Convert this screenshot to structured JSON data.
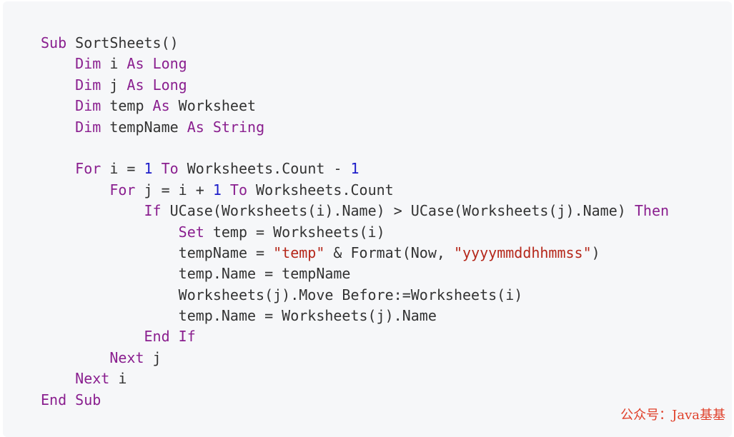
{
  "colors": {
    "background": "#f6f7f9",
    "keyword": "#8a1f8f",
    "number": "#1c1cc9",
    "string": "#b5271a",
    "plain": "#333333",
    "watermark": "#e0402a"
  },
  "code_lines": [
    [
      {
        "t": "kw",
        "v": "Sub"
      },
      {
        "t": "plain",
        "v": " SortSheets()"
      }
    ],
    [
      {
        "t": "plain",
        "v": "    "
      },
      {
        "t": "kw",
        "v": "Dim"
      },
      {
        "t": "plain",
        "v": " i "
      },
      {
        "t": "kw",
        "v": "As"
      },
      {
        "t": "plain",
        "v": " "
      },
      {
        "t": "kw",
        "v": "Long"
      }
    ],
    [
      {
        "t": "plain",
        "v": "    "
      },
      {
        "t": "kw",
        "v": "Dim"
      },
      {
        "t": "plain",
        "v": " j "
      },
      {
        "t": "kw",
        "v": "As"
      },
      {
        "t": "plain",
        "v": " "
      },
      {
        "t": "kw",
        "v": "Long"
      }
    ],
    [
      {
        "t": "plain",
        "v": "    "
      },
      {
        "t": "kw",
        "v": "Dim"
      },
      {
        "t": "plain",
        "v": " temp "
      },
      {
        "t": "kw",
        "v": "As"
      },
      {
        "t": "plain",
        "v": " Worksheet"
      }
    ],
    [
      {
        "t": "plain",
        "v": "    "
      },
      {
        "t": "kw",
        "v": "Dim"
      },
      {
        "t": "plain",
        "v": " tempName "
      },
      {
        "t": "kw",
        "v": "As"
      },
      {
        "t": "plain",
        "v": " "
      },
      {
        "t": "kw",
        "v": "String"
      }
    ],
    [],
    [
      {
        "t": "plain",
        "v": "    "
      },
      {
        "t": "kw",
        "v": "For"
      },
      {
        "t": "plain",
        "v": " i = "
      },
      {
        "t": "num",
        "v": "1"
      },
      {
        "t": "plain",
        "v": " "
      },
      {
        "t": "kw",
        "v": "To"
      },
      {
        "t": "plain",
        "v": " Worksheets.Count - "
      },
      {
        "t": "num",
        "v": "1"
      }
    ],
    [
      {
        "t": "plain",
        "v": "        "
      },
      {
        "t": "kw",
        "v": "For"
      },
      {
        "t": "plain",
        "v": " j = i + "
      },
      {
        "t": "num",
        "v": "1"
      },
      {
        "t": "plain",
        "v": " "
      },
      {
        "t": "kw",
        "v": "To"
      },
      {
        "t": "plain",
        "v": " Worksheets.Count"
      }
    ],
    [
      {
        "t": "plain",
        "v": "            "
      },
      {
        "t": "kw",
        "v": "If"
      },
      {
        "t": "plain",
        "v": " UCase(Worksheets(i).Name) > UCase(Worksheets(j).Name) "
      },
      {
        "t": "kw",
        "v": "Then"
      }
    ],
    [
      {
        "t": "plain",
        "v": "                "
      },
      {
        "t": "kw",
        "v": "Set"
      },
      {
        "t": "plain",
        "v": " temp = Worksheets(i)"
      }
    ],
    [
      {
        "t": "plain",
        "v": "                tempName = "
      },
      {
        "t": "str",
        "v": "\"temp\""
      },
      {
        "t": "plain",
        "v": " & Format(Now, "
      },
      {
        "t": "str",
        "v": "\"yyyymmddhhmmss\""
      },
      {
        "t": "plain",
        "v": ")"
      }
    ],
    [
      {
        "t": "plain",
        "v": "                temp.Name = tempName"
      }
    ],
    [
      {
        "t": "plain",
        "v": "                Worksheets(j).Move Before:=Worksheets(i)"
      }
    ],
    [
      {
        "t": "plain",
        "v": "                temp.Name = Worksheets(j).Name"
      }
    ],
    [
      {
        "t": "plain",
        "v": "            "
      },
      {
        "t": "kw",
        "v": "End"
      },
      {
        "t": "plain",
        "v": " "
      },
      {
        "t": "kw",
        "v": "If"
      }
    ],
    [
      {
        "t": "plain",
        "v": "        "
      },
      {
        "t": "kw",
        "v": "Next"
      },
      {
        "t": "plain",
        "v": " j"
      }
    ],
    [
      {
        "t": "plain",
        "v": "    "
      },
      {
        "t": "kw",
        "v": "Next"
      },
      {
        "t": "plain",
        "v": " i"
      }
    ],
    [
      {
        "t": "kw",
        "v": "End"
      },
      {
        "t": "plain",
        "v": " "
      },
      {
        "t": "kw",
        "v": "Sub"
      }
    ]
  ],
  "watermark": "公众号：Java基基"
}
